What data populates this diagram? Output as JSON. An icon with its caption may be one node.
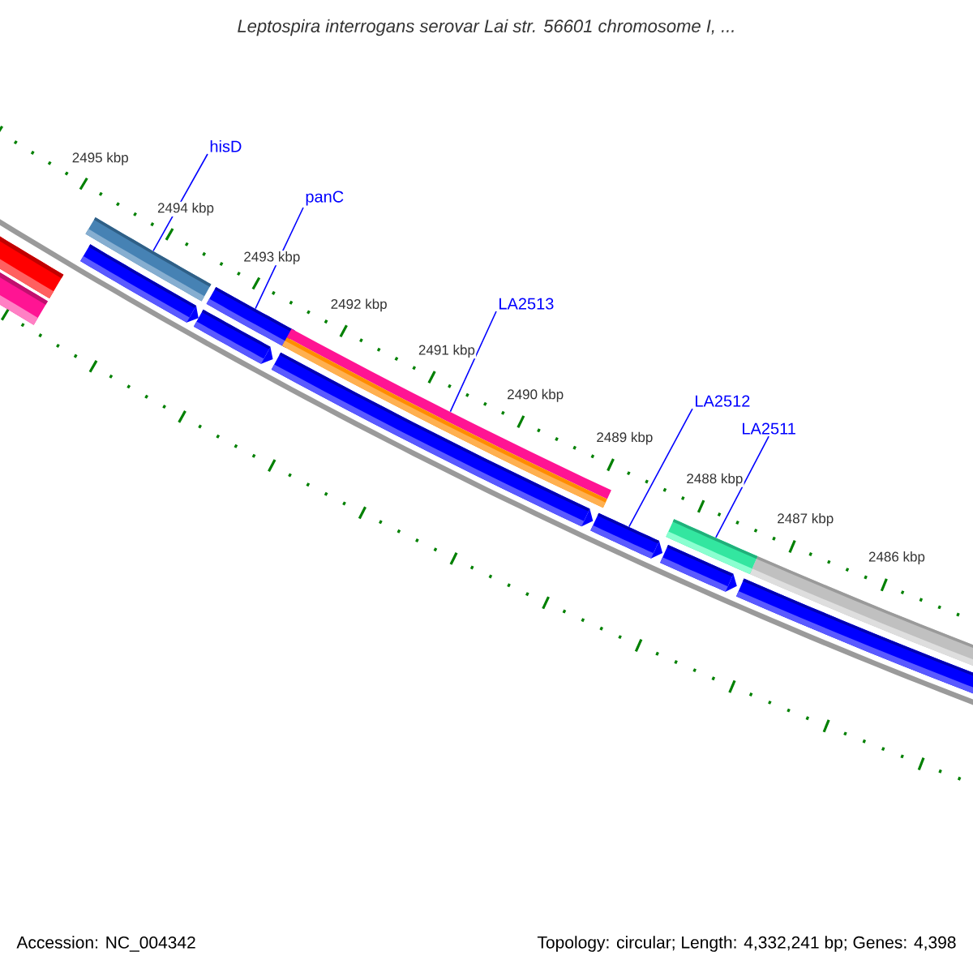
{
  "diagram": {
    "title": "Leptospira interrogans serovar Lai str. 56601 chromosome I, ...",
    "nodes": [
      {
        "text": [
          "hisD"
        ]
      },
      {
        "text": [
          "panC"
        ]
      },
      {
        "text": [
          "LA2513"
        ]
      },
      {
        "text": [
          "LA2512"
        ]
      },
      {
        "text": [
          "LA2511"
        ]
      },
      {
        "text": [],
        "shape": "bar"
      },
      {
        "text": [],
        "shape": "bar"
      },
      {
        "text": [],
        "shape": "bar"
      },
      {
        "text": [],
        "shape": "bar"
      },
      {
        "text": [],
        "shape": "bar"
      }
    ],
    "edges": [
      {
        "from": 0,
        "to": 5,
        "arrow": "none"
      },
      {
        "from": 1,
        "to": 6,
        "arrow": "none"
      },
      {
        "from": 2,
        "to": 7,
        "arrow": "none"
      },
      {
        "from": 3,
        "to": 8,
        "arrow": "none"
      },
      {
        "from": 4,
        "to": 9,
        "arrow": "none"
      }
    ],
    "labels": [
      "2495 kbp",
      "2494 kbp",
      "2493 kbp",
      "2492 kbp",
      "2491 kbp",
      "2490 kbp",
      "2489 kbp",
      "2488 kbp",
      "2487 kbp",
      "2486 kbp",
      "Accession: NC_004342",
      "Topology: circular; Length: 4,332,241 bp; Genes: 4,398"
    ]
  }
}
